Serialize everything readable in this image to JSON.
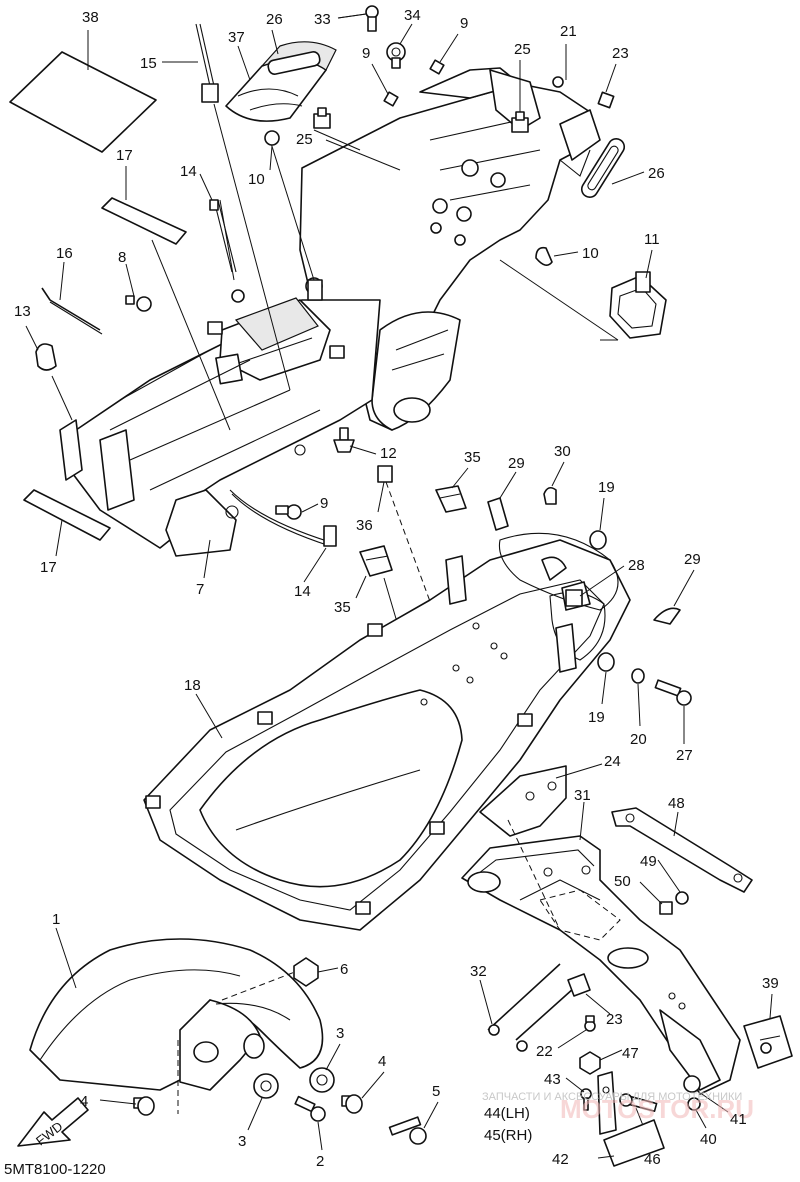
{
  "diagram_code": "5MT8100-1220",
  "fwd_label": "FWD",
  "watermark_text": "ЗАПЧАСТИ И АКСЕССУАРЫ ДЛЯ МОТОТЕХНИКИ",
  "watermark_brand": "MOTOSTOR.RU",
  "callouts": {
    "c1": "1",
    "c2": "2",
    "c3a": "3",
    "c3b": "3",
    "c4a": "4",
    "c4b": "4",
    "c5": "5",
    "c6": "6",
    "c7": "7",
    "c8": "8",
    "c9a": "9",
    "c9b": "9",
    "c9c": "9",
    "c10a": "10",
    "c10b": "10",
    "c11": "11",
    "c12": "12",
    "c13": "13",
    "c14a": "14",
    "c14b": "14",
    "c15": "15",
    "c16": "16",
    "c17a": "17",
    "c17b": "17",
    "c18": "18",
    "c19a": "19",
    "c19b": "19",
    "c20": "20",
    "c21": "21",
    "c22": "22",
    "c23a": "23",
    "c23b": "23",
    "c24": "24",
    "c25a": "25",
    "c25b": "25",
    "c26a": "26",
    "c26b": "26",
    "c27": "27",
    "c28": "28",
    "c29a": "29",
    "c29b": "29",
    "c30": "30",
    "c31": "31",
    "c32": "32",
    "c33": "33",
    "c34": "34",
    "c35a": "35",
    "c35b": "35",
    "c36": "36",
    "c37": "37",
    "c38": "38",
    "c39": "39",
    "c40": "40",
    "c41": "41",
    "c42": "42",
    "c43": "43",
    "c44": "44(LH)",
    "c45": "45(RH)",
    "c46": "46",
    "c47": "47",
    "c48": "48",
    "c49": "49",
    "c50": "50"
  }
}
